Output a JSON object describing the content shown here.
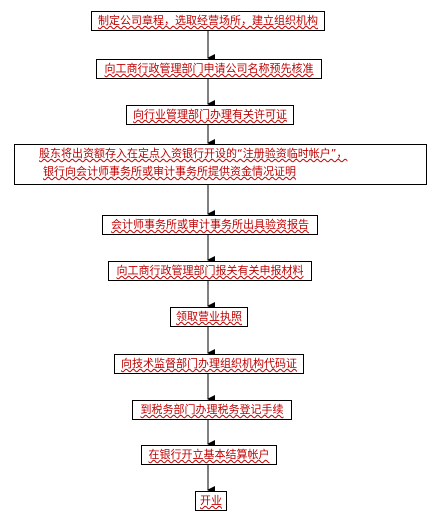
{
  "flow": {
    "steps": [
      "制定公司章程，选取经营场所，建立组织机构",
      "向工商行政管理部门申请公司名称预先核准",
      "向行业管理部门办理有关许可证",
      "股东将出资额存入在定点入资银行开设的“注册验资临时帐户”，",
      "银行向会计师事务所或审计事务所提供资金情况证明",
      "会计师事务所或审计事务所出具验资报告",
      "向工商行政管理部门报关有关申报材料",
      "领取营业执照",
      "向技术监督部门办理组织机构代码证",
      "到税务部门办理税务登记手续",
      "在银行开立基本结算帐户",
      "开业"
    ],
    "colors": {
      "text": "#c00000",
      "border": "#000000",
      "arrow": "#000000"
    }
  }
}
